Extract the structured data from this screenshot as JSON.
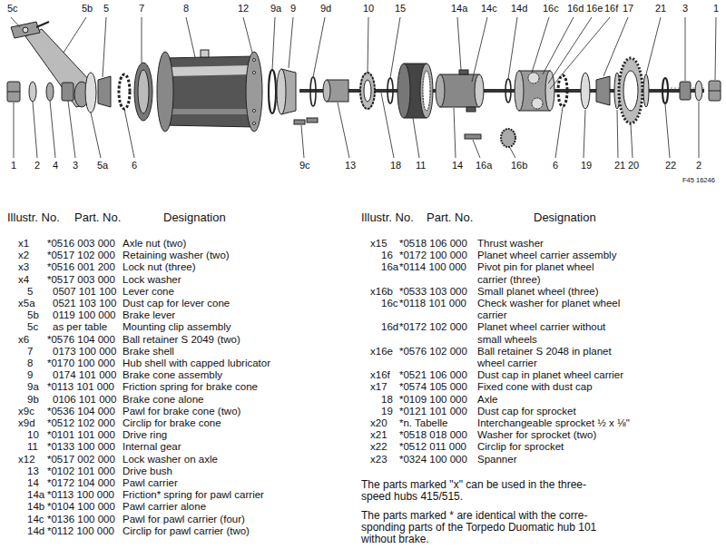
{
  "diagram": {
    "labels": [
      "5c",
      "5b",
      "5",
      "7",
      "8",
      "12",
      "9a",
      "9",
      "9d",
      "10",
      "15",
      "14a",
      "14c",
      "14d",
      "16c",
      "16d",
      "16e",
      "16f",
      "17",
      "21",
      "3",
      "1",
      "1",
      "2",
      "4",
      "3",
      "5a",
      "6",
      "9c",
      "13",
      "18",
      "11",
      "14",
      "16a",
      "16b",
      "6",
      "19",
      "21",
      "20",
      "22",
      "2",
      "F45 16246",
      "Illustr. No.",
      "Part. No.",
      "Designation",
      "Illustr. No.",
      "Part. No.",
      "Designation",
      "x1",
      "*0516 003 000",
      "Axle nut (two)",
      "x2",
      "*0517 102 000",
      "Retaining washer (two)",
      "x3",
      "*0516 001 200",
      "Lock nut (three)",
      "x4",
      "*0517 003 000",
      "Lock washer",
      "5",
      "0507 101 100",
      "Lever cone",
      "x5a",
      "0521 103 100",
      "Dust cap for lever cone",
      "5b",
      "0119 100 000",
      "Brake lever",
      "5c",
      "as per table",
      "Mounting clip assembly",
      "x6",
      "*0576 104 000",
      "Ball retainer S 2049 (two)",
      "7",
      "0173 100 000",
      "Brake shell",
      "8",
      "*0170 100 000",
      "Hub shell with capped lubricator",
      "9",
      "0174 101 000",
      "Brake cone assembly",
      "9a",
      "*0113 101 000",
      "Friction spring for brake cone",
      "9b",
      "0106 101 000",
      "Brake cone alone",
      "x9c",
      "*0536 104 000",
      "Pawl for brake cone (two)",
      "x9d",
      "*0512 102 000",
      "Circlip for brake cone",
      "10",
      "*0101 101 000",
      "Drive ring",
      "11",
      "*0133 100 000",
      "Internal gear",
      "x12",
      "*0517 002 000",
      "Lock washer on axle",
      "13",
      "*0102 101 000",
      "Drive bush",
      "14",
      "*0172 104 000",
      "Pawl carrier",
      "14a",
      "*0113 100 000",
      "Friction* spring for pawl carrier",
      "14b",
      "*0104 100 000",
      "Pawl carrier alone",
      "14c",
      "*0136 100 000",
      "Pawl for pawl carrier (four)",
      "14d",
      "*0112 100 000",
      "Circlip for pawl carrier (two)",
      "x15",
      "*0518 106 000",
      "Thrust washer",
      "16",
      "*0172 100 000",
      "Planet wheel carrier assembly",
      "16a",
      "*0114 100 000",
      "Pivot pin for planet wheel carrier (three)",
      "x16b",
      "*0533 103 000",
      "Small planet wheel (three)",
      "16c",
      "*0118 101 000",
      "Check washer for planet wheel carrier",
      "16d",
      "*0172 102 000",
      "Planet wheel carrier without small wheels",
      "x16e",
      "*0576 102 000",
      "Ball retainer S 2048 in planet wheel carrier",
      "x16f",
      "*0521 106 000",
      "Dust cap in planet wheel carrier",
      "x17",
      "*0574 105 000",
      "Fixed cone with dust cap",
      "18",
      "*0109 100 000",
      "Axle",
      "19",
      "*0121 101 000",
      "Dust cap for sprocket",
      "x20",
      "*n. Tabelle",
      "Interchangeable sprocket ½ x ⅛\"",
      "x21",
      "*0518 018 000",
      "Washer for sprocket (two)",
      "x22",
      "*0512 011 000",
      "Circlip for sprocket",
      "x23",
      "*0324 100 000",
      "Spanner",
      "The parts marked \"x\" can be used in the three- speed hubs 415/515.",
      "The parts marked * are identical with the corre- sponding parts of the Torpedo Duomatic hub 101 without brake."
    ]
  }
}
